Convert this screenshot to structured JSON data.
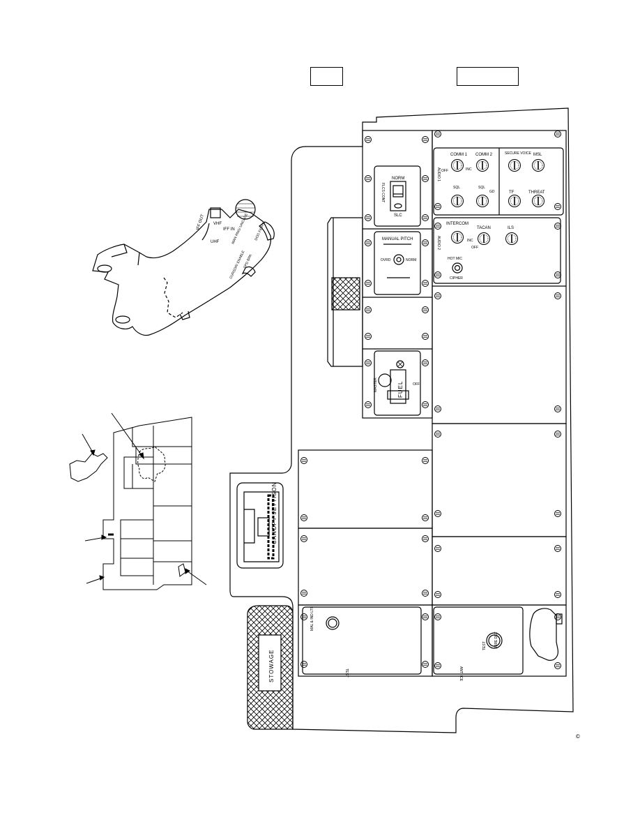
{
  "header": {
    "box_left": "",
    "box_right": ""
  },
  "hotas": {
    "iff_out": "IFF OUT",
    "vhf": "VHF",
    "iff_in": "IFF IN",
    "uhf": "UHF",
    "man_rng": "MAN RNG/ UNCAGE",
    "dog_fight": "DOG FIGHT",
    "cursor_enable": "CURSOR/ ENABLE",
    "spd_brk": "SPD BRK"
  },
  "panels": {
    "audio1": {
      "side": "AUDIO 1",
      "comm1": "COMM 1",
      "comm2": "COMM 2",
      "secure_voice": "SECURE VOICE",
      "msl": "MSL",
      "tf": "TF",
      "threat": "THREAT",
      "sql": "SQL",
      "gd": "GD",
      "off": "OFF",
      "inc": "INC"
    },
    "audio2": {
      "side": "AUDIO 2",
      "intercom": "INTERCOM",
      "tacan": "TACAN",
      "ils": "ILS",
      "hot_mic": "HOT MIC",
      "cipher": "CIPHER",
      "off": "OFF",
      "inc": "INC"
    },
    "fcs": {
      "side": "FLCS CONT",
      "norm": "NORM",
      "slc": "SLC"
    },
    "manual_pitch": {
      "title": "MANUAL PITCH",
      "ovrd": "OVRD",
      "norm": "NORM"
    },
    "fuel": {
      "master": "MASTER",
      "fuel": "FUEL",
      "off": "OFF"
    },
    "canopy": {
      "label": "CANOPY JETTISON"
    },
    "test": {
      "mal": "MAL & IND LTS",
      "side": "TEST"
    },
    "anti_ice": {
      "side": "ANTI ICE",
      "test": "TEST",
      "fire": "FIRE DET"
    },
    "stowage": {
      "label": "STOWAGE"
    }
  },
  "copyright_mark": "©"
}
